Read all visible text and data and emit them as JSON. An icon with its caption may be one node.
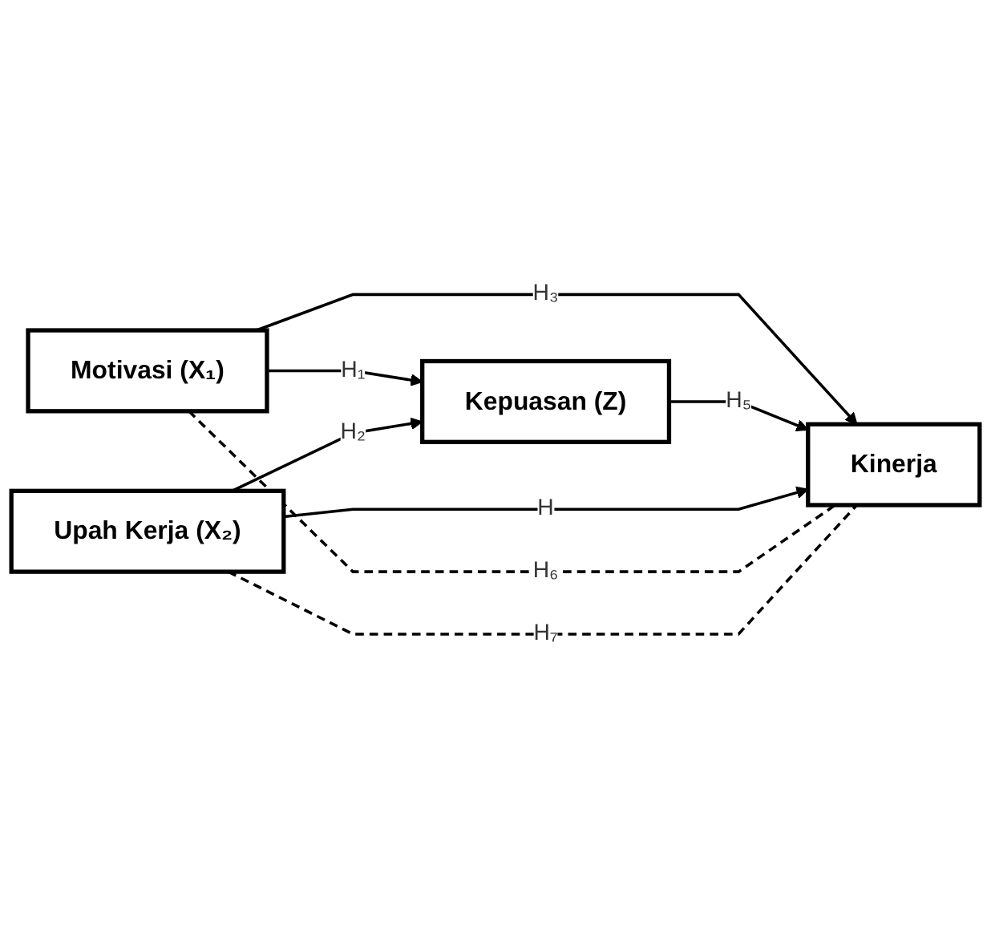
{
  "diagram": {
    "nodes": [
      {
        "text": [
          "Motivasi (X₁)"
        ]
      },
      {
        "text": [
          "Kepuasan (Z)"
        ]
      },
      {
        "text": [
          "Kinerja"
        ]
      },
      {
        "text": [
          "Upah Kerja (X₂)"
        ]
      }
    ],
    "edges": [
      {
        "from": 0,
        "to": 1,
        "arrow": "to",
        "label": "H₁"
      },
      {
        "from": 0,
        "to": 2,
        "arrow": "to",
        "label": "H₃"
      },
      {
        "from": 1,
        "to": 2,
        "arrow": "to",
        "label": "H₅"
      },
      {
        "from": 3,
        "to": 1,
        "arrow": "to",
        "label": "H₂"
      },
      {
        "from": 3,
        "to": 2,
        "arrow": "to",
        "label": "H"
      },
      {
        "from": 0,
        "to": 2,
        "arrow": "none",
        "label": "H₆",
        "style": "dashed"
      },
      {
        "from": 3,
        "to": 2,
        "arrow": "none",
        "label": "H₇",
        "style": "dashed"
      }
    ]
  }
}
